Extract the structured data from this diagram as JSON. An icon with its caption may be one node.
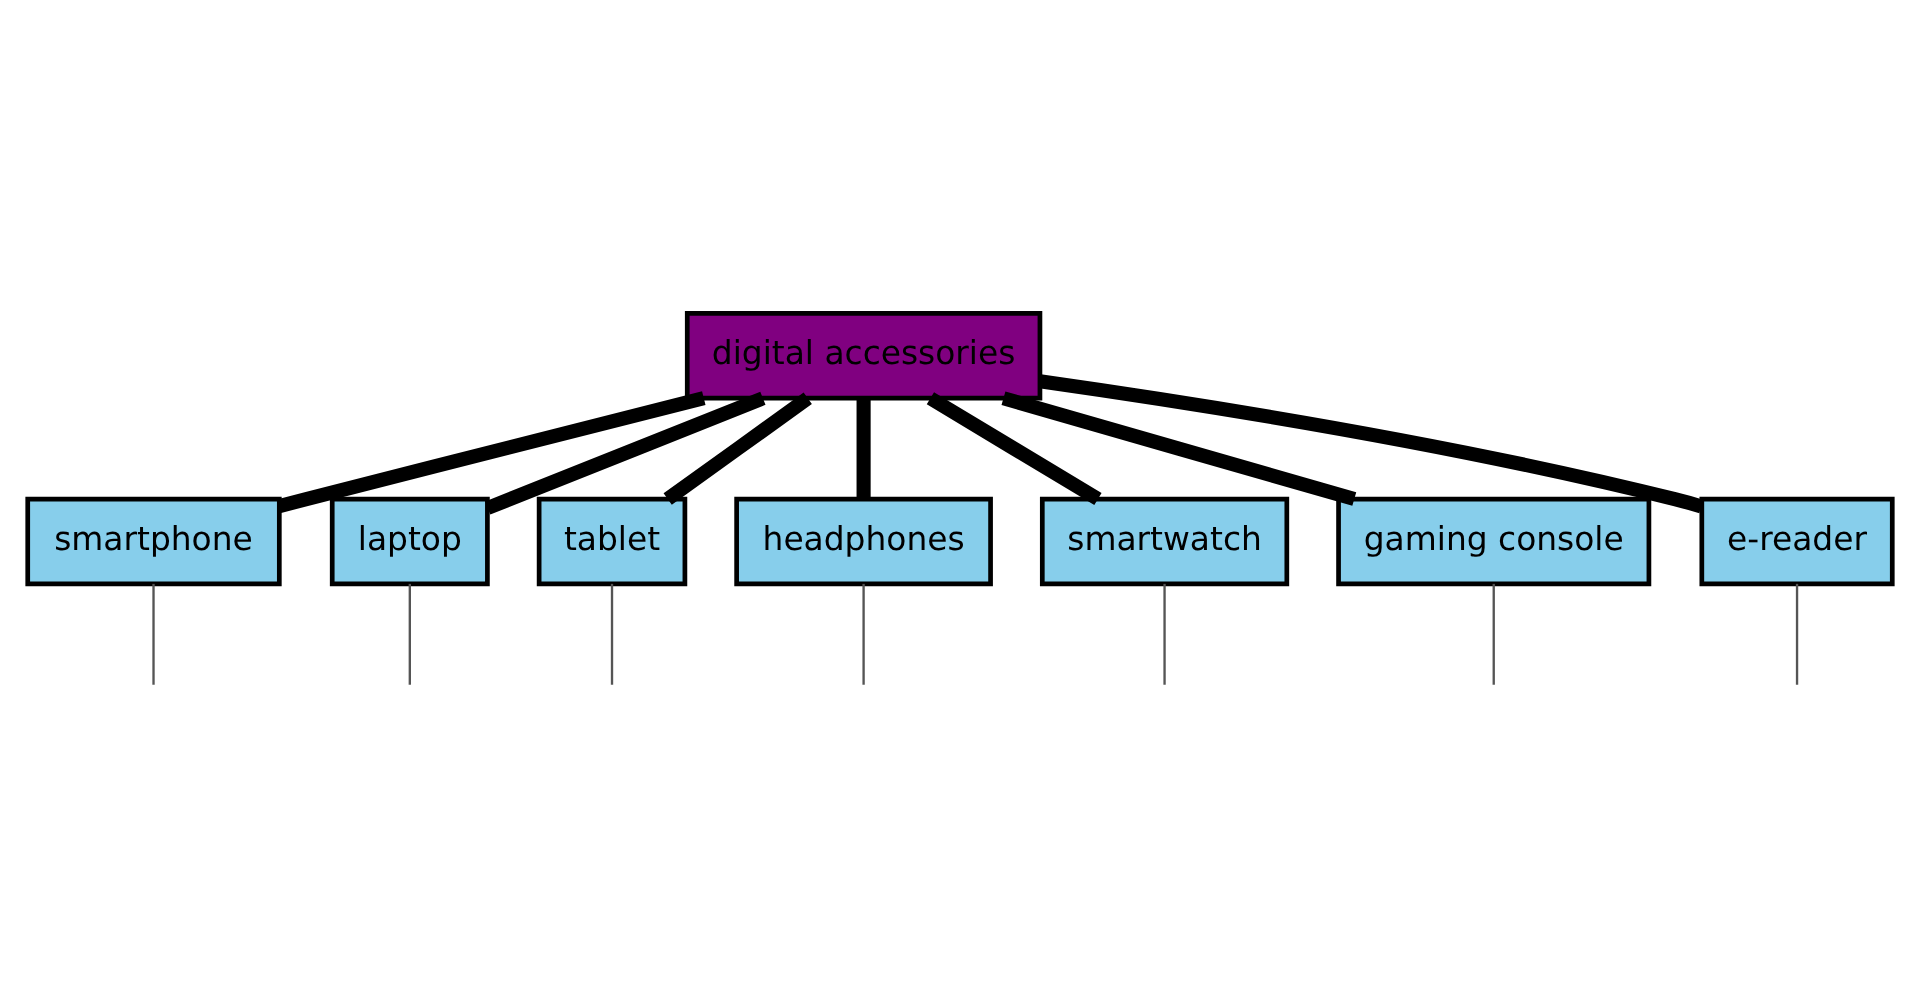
{
  "diagram": {
    "nodes": [
      {
        "text": [
          "digital accessories"
        ]
      },
      {
        "text": [
          "smartphone"
        ]
      },
      {
        "text": [
          "laptop"
        ]
      },
      {
        "text": [
          "tablet"
        ]
      },
      {
        "text": [
          "headphones"
        ]
      },
      {
        "text": [
          "smartwatch"
        ]
      },
      {
        "text": [
          "gaming console"
        ]
      },
      {
        "text": [
          "e-reader"
        ]
      }
    ],
    "edges": [
      {
        "from": 0,
        "to": 1,
        "arrow": "none",
        "style": "thick"
      },
      {
        "from": 0,
        "to": 2,
        "arrow": "none",
        "style": "thick"
      },
      {
        "from": 0,
        "to": 3,
        "arrow": "none",
        "style": "thick"
      },
      {
        "from": 0,
        "to": 4,
        "arrow": "none",
        "style": "thick"
      },
      {
        "from": 0,
        "to": 5,
        "arrow": "none",
        "style": "thick"
      },
      {
        "from": 0,
        "to": 6,
        "arrow": "none",
        "style": "thick"
      },
      {
        "from": 0,
        "to": 7,
        "arrow": "none",
        "style": "thick"
      },
      {
        "from": 1,
        "to": null,
        "arrow": "none",
        "color": "#555555"
      },
      {
        "from": 2,
        "to": null,
        "arrow": "none",
        "color": "#555555"
      },
      {
        "from": 3,
        "to": null,
        "arrow": "none",
        "color": "#555555"
      },
      {
        "from": 4,
        "to": null,
        "arrow": "none",
        "color": "#555555"
      },
      {
        "from": 5,
        "to": null,
        "arrow": "none",
        "color": "#555555"
      },
      {
        "from": 6,
        "to": null,
        "arrow": "none",
        "color": "#555555"
      },
      {
        "from": 7,
        "to": null,
        "arrow": "none",
        "color": "#555555"
      }
    ]
  }
}
